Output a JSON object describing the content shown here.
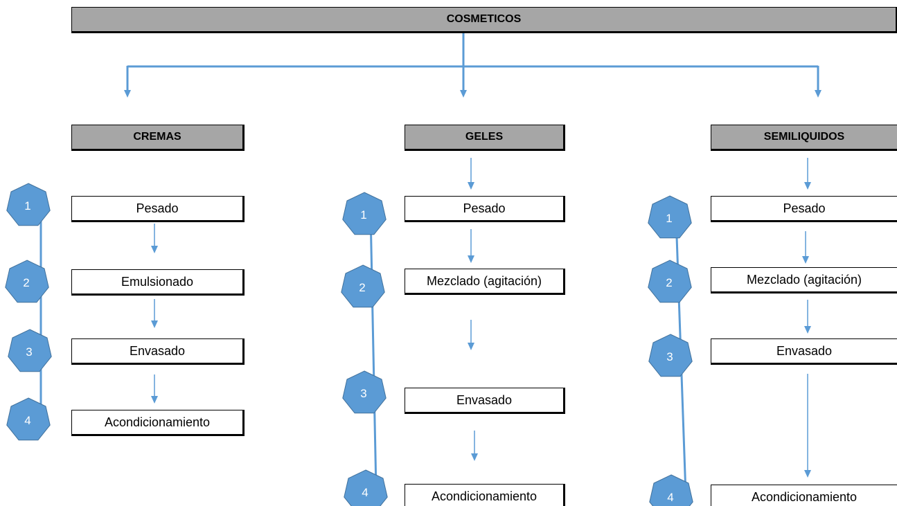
{
  "title": "COSMETICOS",
  "categories": [
    {
      "name": "CREMAS",
      "steps": [
        "Pesado",
        "Emulsionado",
        "Envasado",
        "Acondicionamiento"
      ]
    },
    {
      "name": "GELES",
      "steps": [
        "Pesado",
        "Mezclado (agitación)",
        "Envasado",
        "Acondicionamiento"
      ]
    },
    {
      "name": "SEMILIQUIDOS",
      "steps": [
        "Pesado",
        "Mezclado (agitación)",
        "Envasado",
        "Acondicionamiento"
      ]
    }
  ],
  "step_numbers": [
    "1",
    "2",
    "3",
    "4"
  ],
  "colors": {
    "header_fill": "#a6a6a6",
    "connector": "#5b9bd5",
    "marker_fill": "#5b9bd5",
    "marker_stroke": "#41719c"
  }
}
